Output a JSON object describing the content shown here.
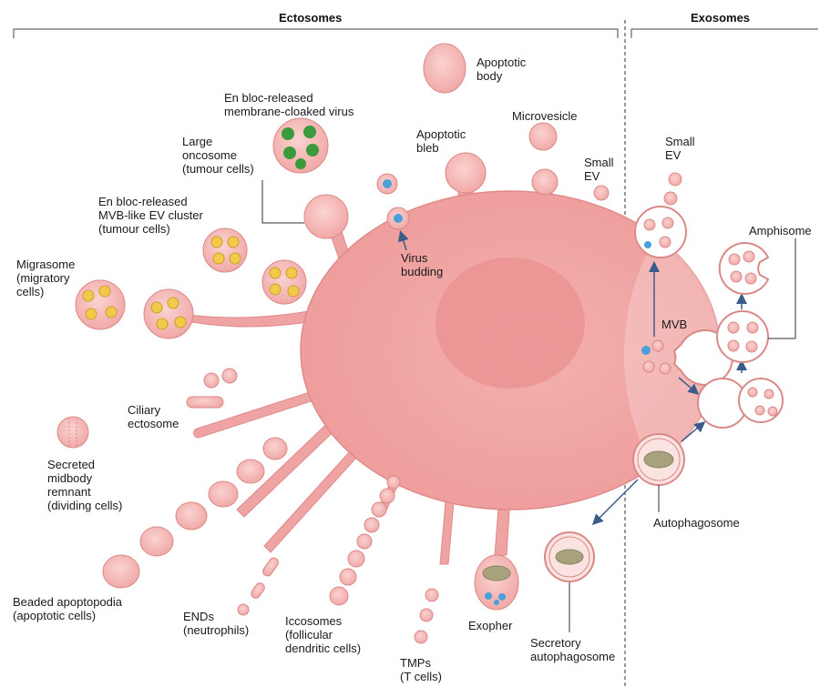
{
  "headers": {
    "ectosomes": "Ectosomes",
    "exosomes": "Exosomes"
  },
  "labels": {
    "apoptotic_body": "Apoptotic\nbody",
    "microvesicle": "Microvesicle",
    "apoptotic_bleb": "Apoptotic\nbleb",
    "small_ev_ecto": "Small\nEV",
    "small_ev_exo": "Small\nEV",
    "enbloc_virus": "En bloc-released\nmembrane-cloaked virus",
    "large_oncosome": "Large\noncosome\n(tumour cells)",
    "enbloc_mvb": "En bloc-released\nMVB-like EV cluster\n(tumour cells)",
    "migrasome": "Migrasome\n(migratory\ncells)",
    "virus_budding": "Virus\nbudding",
    "ciliary_ectosome": "Ciliary\nectosome",
    "midbody": "Secreted\nmidbody\nremnant\n(dividing cells)",
    "beaded": "Beaded apoptopodia\n(apoptotic cells)",
    "ends": "ENDs\n(neutrophils)",
    "iccosomes": "Iccosomes\n(follicular\ndendritic cells)",
    "tmps": "TMPs\n(T cells)",
    "exopher": "Exopher",
    "secretory_autophagosome": "Secretory\nautophagosome",
    "mvb": "MVB",
    "amphisome": "Amphisome",
    "autophagosome": "Autophagosome"
  },
  "colors": {
    "cell_fill": "#f0a3a3",
    "cell_stroke": "#e08a8a",
    "nucleus": "#e8888a",
    "vesicle_fill": "#f4b8b6",
    "vesicle_stroke": "#d98a88",
    "yellow": "#f3c94a",
    "green": "#3a9a3c",
    "virus_blue": "#4aa0d8",
    "arrow": "#3b5c8a",
    "mito": "#a7a27c"
  }
}
